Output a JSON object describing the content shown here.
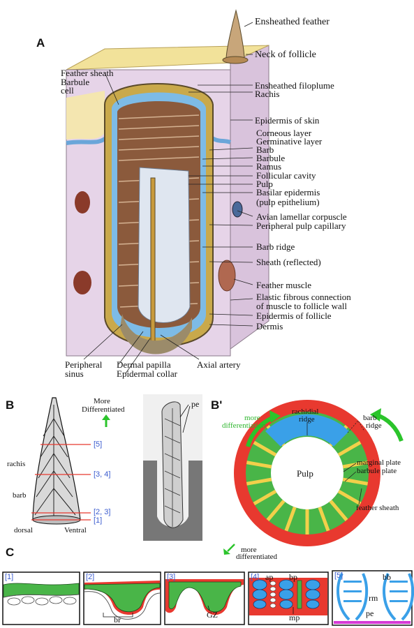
{
  "panels": {
    "a": "A",
    "b": "B",
    "bprime": "B'",
    "c": "C"
  },
  "panel_a_labels": {
    "ensheathed_feather": "Ensheathed feather",
    "neck_of_follicle": "Neck of follicle",
    "feather_sheath": "Feather sheath",
    "barbule_cell_1": "Barbule",
    "barbule_cell_2": "cell",
    "ensheathed_filoplume": "Ensheathed filoplume",
    "rachis": "Rachis",
    "epidermis_of_skin": "Epidermis of skin",
    "corneous_layer": "Corneous layer",
    "germinative_layer": "Germinative layer",
    "barb": "Barb",
    "barbule": "Barbule",
    "ramus": "Ramus",
    "follicular_cavity": "Follicular cavity",
    "pulp": "Pulp",
    "basilar_epidermis": "Basilar epidermis",
    "pulp_epithelium": "(pulp epithelium)",
    "avian_lamellar_corpuscle": "Avian lamellar corpuscle",
    "peripheral_pulp_capillary": "Peripheral pulp capillary",
    "barb_ridge": "Barb ridge",
    "sheath_reflected": "Sheath (reflected)",
    "feather_muscle": "Feather muscle",
    "elastic_1": "Elastic fibrous connection",
    "elastic_2": "of muscle to follicle wall",
    "epidermis_of_follicle": "Epidermis of follicle",
    "dermis": "Dermis",
    "peripheral_sinus_1": "Peripheral",
    "peripheral_sinus_2": "sinus",
    "dermal_papilla": "Dermal papilla",
    "epidermal_collar": "Epidermal collar",
    "axial_artery": "Axial artery"
  },
  "panel_b_labels": {
    "more": "More",
    "differentiated": "Differentiated",
    "rachis": "rachis",
    "barb": "barb",
    "dorsal": "dorsal",
    "ventral": "Ventral",
    "pe": "pe",
    "level_5": "[5]",
    "level_34": "[3, 4]",
    "level_23": "[2, 3]",
    "level_1": "[1]"
  },
  "panel_bprime_labels": {
    "more_diff_top_1": "more",
    "more_diff_top_2": "differentiation",
    "rachidial_ridge_1": "rachidial",
    "rachidial_ridge_2": "ridge",
    "barb_ridge_1": "barb",
    "barb_ridge_2": "ridge",
    "pulp": "Pulp",
    "marginal_plate": "marginal plate",
    "barbule_plate": "barbule plate",
    "feather_sheath": "feather sheath",
    "more_diff_bottom_1": "more",
    "more_diff_bottom_2": "differentiated"
  },
  "panel_c_labels": {
    "s1": "[1]",
    "s2": "[2]",
    "s3": "[3]",
    "s4": "[4]",
    "s5": "[5]",
    "br": "br",
    "gz": "GZ",
    "ap": "ap",
    "bp": "bp",
    "mp": "mp",
    "bb": "bb",
    "rm": "rm",
    "pe": "pe"
  },
  "colors": {
    "sheath_red": "#e8392f",
    "pulp_blue": "#3aa0e8",
    "plate_green": "#49b548",
    "arrow_green": "#2bc42b",
    "label_blue": "#3b5ccf",
    "dermis_pink": "#e6d4e8",
    "skin_yellow": "#f2e29a"
  }
}
